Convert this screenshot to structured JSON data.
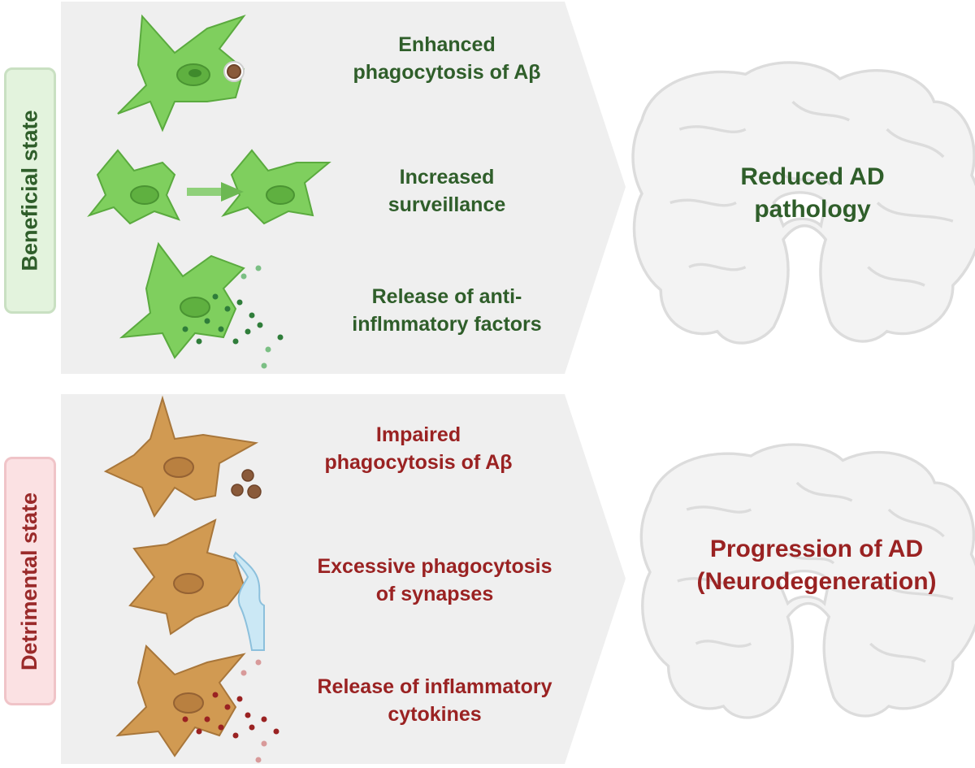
{
  "beneficial": {
    "label": "Beneficial state",
    "items": [
      {
        "line1": "Enhanced",
        "line2": "phagocytosis of Aβ"
      },
      {
        "line1": "Increased",
        "line2": "surveillance"
      },
      {
        "line1": "Release of anti-",
        "line2": "inflmmatory factors"
      }
    ],
    "outcome": {
      "line1": "Reduced AD",
      "line2": "pathology"
    }
  },
  "detrimental": {
    "label": "Detrimental state",
    "items": [
      {
        "line1": "Impaired",
        "line2": "phagocytosis of Aβ"
      },
      {
        "line1": "Excessive phagocytosis",
        "line2": "of synapses"
      },
      {
        "line1": "Release of inflammatory",
        "line2": "cytokines"
      }
    ],
    "outcome": {
      "line1": "Progression of AD",
      "line2": "(Neurodegeneration)"
    }
  },
  "colors": {
    "green_text": "#2f5e2a",
    "red_text": "#9a2222",
    "microglia_green": "#7fcf5e",
    "microglia_orange": "#d19a52",
    "panel_bg": "#efefef"
  }
}
